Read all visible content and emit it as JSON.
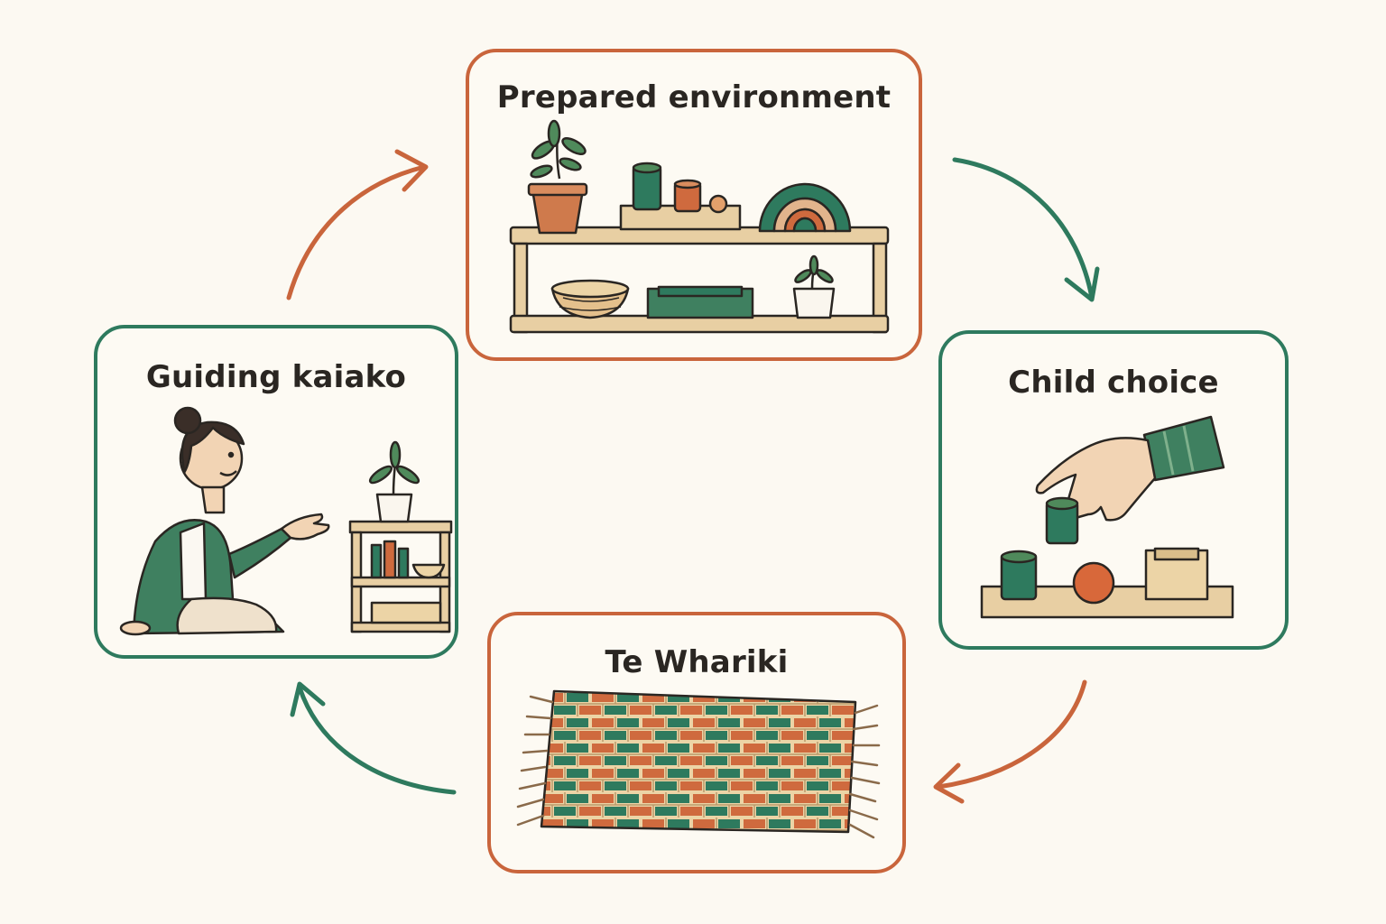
{
  "colors": {
    "orange": "#c9653c",
    "green": "#2e7a5e",
    "ink": "#2a2622",
    "wood": "#e8cfa3",
    "background": "#fcf9f2"
  },
  "cards": {
    "prepared_environment": {
      "title": "Prepared environment"
    },
    "child_choice": {
      "title": "Child choice"
    },
    "te_whariki": {
      "title": "Te Whariki"
    },
    "guiding_kaiako": {
      "title": "Guiding kaiako"
    }
  },
  "icons": [
    "plant-icon",
    "cylinder-icon",
    "rainbow-stacker-icon",
    "basket-icon",
    "tray-icon",
    "hand-icon",
    "ball-icon",
    "box-icon",
    "woven-mat-icon",
    "teacher-icon",
    "shelf-icon",
    "cycle-arrow-icon"
  ]
}
